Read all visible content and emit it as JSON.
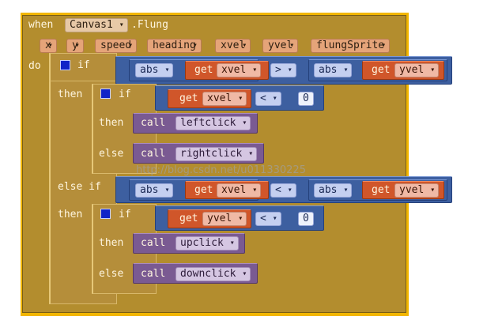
{
  "event": {
    "when_label": "when",
    "component": "Canvas1",
    "event_name": ".Flung",
    "do_label": "do",
    "params": [
      "x",
      "y",
      "speed",
      "heading",
      "xvel",
      "yvel",
      "flungSprite"
    ]
  },
  "outer_if": {
    "if_label": "if",
    "then_label": "then",
    "else_if_label": "else if",
    "then2_label": "then",
    "cond1": {
      "left_fn": "abs",
      "left_get": "get",
      "left_var": "xvel",
      "op": ">",
      "right_fn": "abs",
      "right_get": "get",
      "right_var": "yvel"
    },
    "cond2": {
      "left_fn": "abs",
      "left_get": "get",
      "left_var": "xvel",
      "op": "<",
      "right_fn": "abs",
      "right_get": "get",
      "right_var": "yvel"
    }
  },
  "inner_if_1": {
    "if_label": "if",
    "then_label": "then",
    "else_label": "else",
    "get": "get",
    "var": "xvel",
    "op": "<",
    "num": "0",
    "call_then": {
      "call": "call",
      "proc": "leftclick"
    },
    "call_else": {
      "call": "call",
      "proc": "rightclick"
    }
  },
  "inner_if_2": {
    "if_label": "if",
    "then_label": "then",
    "else_label": "else",
    "get": "get",
    "var": "yvel",
    "op": "<",
    "num": "0",
    "call_then": {
      "call": "call",
      "proc": "upclick"
    },
    "call_else": {
      "call": "call",
      "proc": "downclick"
    }
  },
  "watermark": "http://blog.csdn.net/u011330225",
  "colors": {
    "event": "#b38d2e",
    "event_border": "#f2b600",
    "control": "#b58e3a",
    "math": "#3d5fa0",
    "variable": "#d0562a",
    "procedure": "#7a5a92"
  }
}
